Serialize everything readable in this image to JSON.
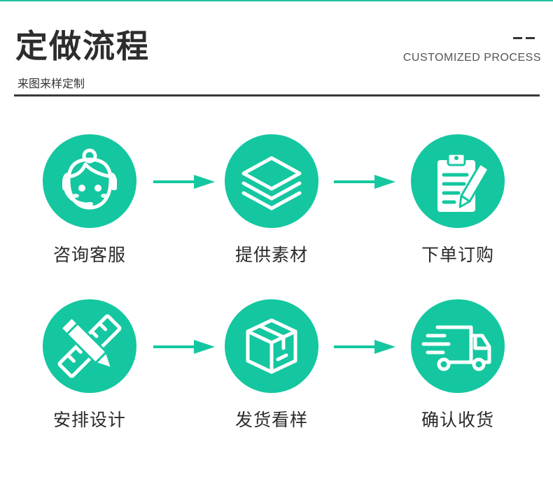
{
  "header": {
    "title": "定做流程",
    "subtitle": "来图来样定制",
    "english": "CUSTOMIZED PROCESS"
  },
  "steps": [
    {
      "label": "咨询客服",
      "icon": "customer-service-icon"
    },
    {
      "label": "提供素材",
      "icon": "layers-icon"
    },
    {
      "label": "下单订购",
      "icon": "clipboard-order-icon"
    },
    {
      "label": "安排设计",
      "icon": "pencil-ruler-icon"
    },
    {
      "label": "发货看样",
      "icon": "package-box-icon"
    },
    {
      "label": "确认收货",
      "icon": "delivery-truck-icon"
    }
  ],
  "colors": {
    "accent": "#14c7a0",
    "text": "#2a2a2a",
    "rule": "#3a3a3a"
  }
}
